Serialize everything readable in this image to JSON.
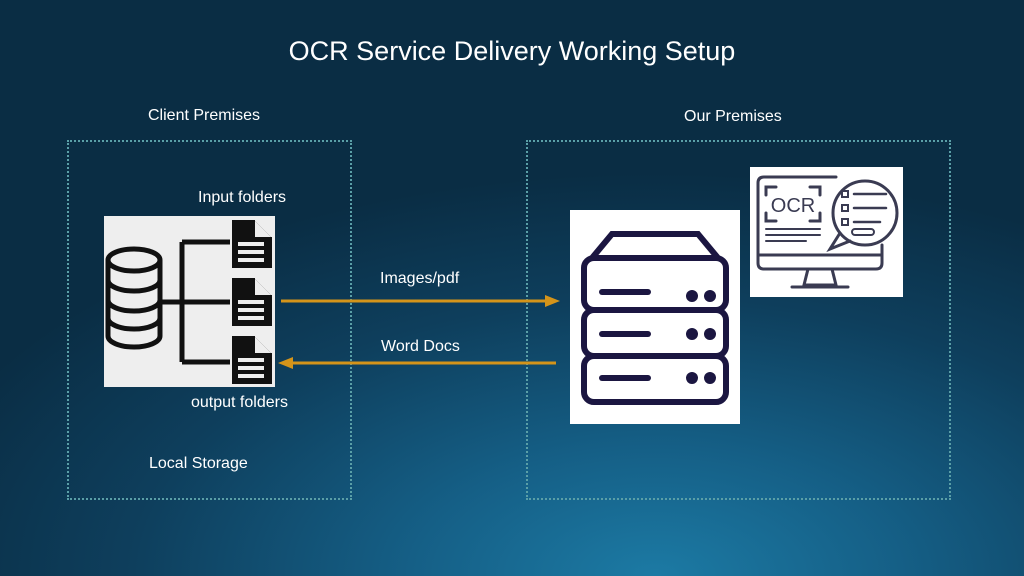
{
  "title": "OCR Service Delivery Working Setup",
  "client": {
    "heading": "Client Premises",
    "input_label": "Input folders",
    "output_label": "output folders",
    "storage_label": "Local Storage"
  },
  "ours": {
    "heading": "Our Premises",
    "ocr_text": "OCR"
  },
  "flows": {
    "to_server": "Images/pdf",
    "to_client": "Word Docs"
  },
  "colors": {
    "arrow": "#d4941a",
    "icon_dark": "#1b1641",
    "icon_black": "#111111"
  },
  "icons": [
    "database-icon",
    "folder-icon",
    "server-icon",
    "ocr-monitor-icon"
  ]
}
